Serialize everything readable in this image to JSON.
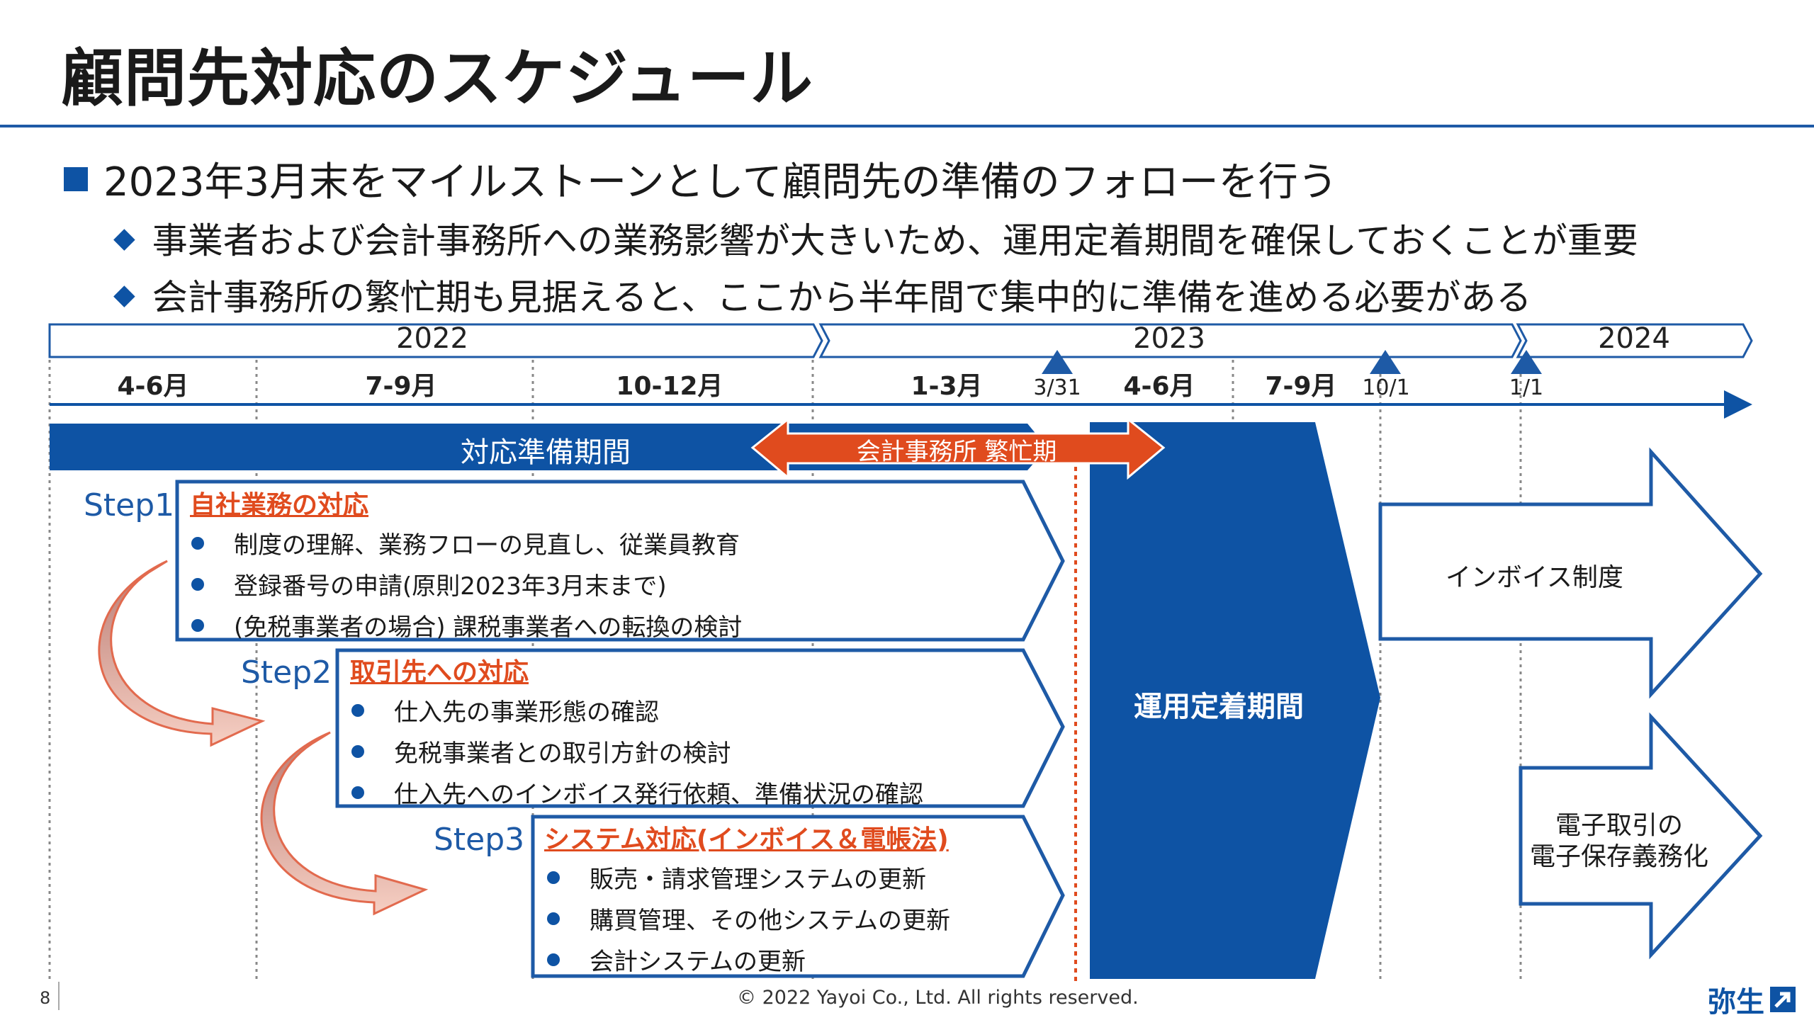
{
  "title": "顧問先対応のスケジュール",
  "main_bullet": "2023年3月末をマイルストーンとして顧問先の準備のフォローを行う",
  "sub_bullets": [
    "事業者および会計事務所への業務影響が大きいため、運用定着期間を確保しておくことが重要",
    "会計事務所の繁忙期も見据えると、ここから半年間で集中的に準備を進める必要がある"
  ],
  "timeline": {
    "years": [
      "2022",
      "2023",
      "2024"
    ],
    "quarters": [
      "4-6月",
      "7-9月",
      "10-12月",
      "1-3月",
      "4-6月",
      "7-9月"
    ],
    "milestones": [
      "3/31",
      "10/1",
      "1/1"
    ]
  },
  "bands": {
    "prep": "対応準備期間",
    "busy": "会計事務所 繁忙期",
    "operation": "運用定着期間"
  },
  "steps": [
    {
      "label": "Step1",
      "title": "自社業務の対応",
      "items": [
        "制度の理解、業務フローの見直し、従業員教育",
        "登録番号の申請(原則2023年3月末まで)",
        "(免税事業者の場合) 課税事業者への転換の検討"
      ]
    },
    {
      "label": "Step2",
      "title": "取引先への対応",
      "items": [
        "仕入先の事業形態の確認",
        "免税事業者との取引方針の検討",
        "仕入先へのインボイス発行依頼、準備状況の確認"
      ]
    },
    {
      "label": "Step3",
      "title": "システム対応(インボイス＆電帳法)",
      "items": [
        "販売・請求管理システムの更新",
        "購買管理、その他システムの更新",
        "会計システムの更新"
      ]
    }
  ],
  "arrows_right": [
    "インボイス制度",
    "電子取引の",
    "電子保存義務化"
  ],
  "footer": {
    "page": "8",
    "copyright": "© 2022 Yayoi Co., Ltd.  All rights reserved.",
    "logo": "弥生"
  },
  "colors": {
    "brand": "#0e53a4",
    "accent_red": "#e04b1e"
  }
}
